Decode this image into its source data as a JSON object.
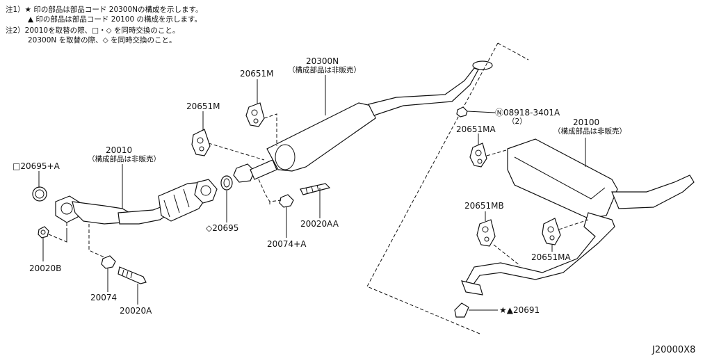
{
  "notes": [
    "注1）★ 印の部品は部品コード 20300Nの構成を示します。",
    "▲ 印の部品は部品コード 20100 の構成を示します。",
    "注2）20010を取替の際、□・◇ を同時交換のこと。",
    "20300N を取替の際、◇ を同時交換のこと。"
  ],
  "labels": {
    "p20300N": "20300N",
    "p20300N_sub": "（構成部品は非販売）",
    "p20651M_a": "20651M",
    "p20651M_b": "20651M",
    "p20010": "20010",
    "p20010_sub": "（構成部品は非販売）",
    "p20695A": "□20695+A",
    "p20695": "◇20695",
    "p20020B": "20020B",
    "p20074": "20074",
    "p20020A": "20020A",
    "p20074A": "20074+A",
    "p20020AA": "20020AA",
    "p08918": "Ⓝ08918-3401A",
    "p08918_sub": "（2）",
    "p20651MA_a": "20651MA",
    "p20100": "20100",
    "p20100_sub": "（構成部品は非販売）",
    "p20651MB": "20651MB",
    "p20651MA_b": "20651MA",
    "p20691": "★▲20691"
  },
  "diagram_code": "J20000X8"
}
